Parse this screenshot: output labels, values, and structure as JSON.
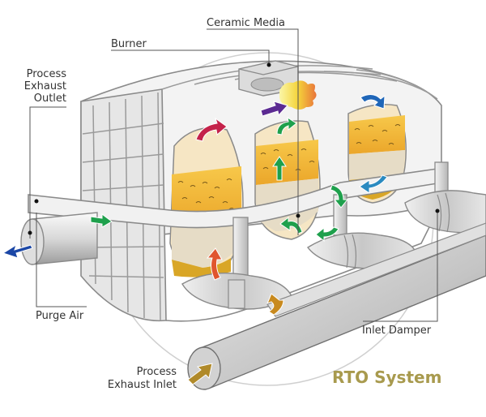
{
  "title": "RTO System",
  "colors": {
    "title": "#a89a4e",
    "leader": "#555555",
    "metal_light": "#f2f2f2",
    "metal_mid": "#d4d4d4",
    "metal_dark": "#9e9e9e",
    "chamber_fill": "#f6e6c4",
    "media_gold": "#f2b833",
    "media_sand": "#e6dcc6",
    "flame_yellow": "#f7e34a",
    "flame_orange": "#e8743a",
    "arrow_green": "#1ea04c",
    "arrow_red": "#c4224a",
    "arrow_purple": "#5b2a92",
    "arrow_blue": "#1f66b8",
    "arrow_blue_outlet": "#1b47a6",
    "arrow_orange_red": "#e0552e",
    "arrow_gold": "#c88a1f",
    "arrow_inlet": "#b08a2a"
  },
  "labels": {
    "ceramic_media": "Ceramic Media",
    "burner": "Burner",
    "process_exhaust_outlet": [
      "Process",
      "Exhaust",
      "Outlet"
    ],
    "purge_air": "Purge Air",
    "inlet_damper": "Inlet Damper",
    "process_exhaust_inlet": [
      "Process",
      "Exhaust Inlet"
    ]
  },
  "flow_arrows": [
    {
      "name": "outlet-flow-arrow",
      "color": "arrow_blue_outlet",
      "direction": "left"
    },
    {
      "name": "purge-duct-flow-arrow",
      "color": "arrow_green",
      "direction": "right"
    },
    {
      "name": "chamber1-up-arrow",
      "color": "arrow_orange_red",
      "direction": "up"
    },
    {
      "name": "chamber1-top-arrow",
      "color": "arrow_red",
      "direction": "right"
    },
    {
      "name": "burner-flow-arrow",
      "color": "arrow_purple",
      "direction": "right"
    },
    {
      "name": "chamber2-up-arrow",
      "color": "arrow_green",
      "direction": "up"
    },
    {
      "name": "chamber2-top-arrow",
      "color": "arrow_green",
      "direction": "up-right"
    },
    {
      "name": "chamber2-bottom-arrow",
      "color": "arrow_green",
      "direction": "down-left"
    },
    {
      "name": "chamber3-top-arrow",
      "color": "arrow_blue",
      "direction": "down-right"
    },
    {
      "name": "chamber3-bottom-arrow",
      "color": "arrow_blue",
      "direction": "left"
    },
    {
      "name": "duct-turn-arrow",
      "color": "arrow_green",
      "direction": "down"
    },
    {
      "name": "damper-flow-arrow",
      "color": "arrow_green",
      "direction": "left"
    },
    {
      "name": "inlet-damper-arrow",
      "color": "arrow_gold",
      "direction": "up"
    },
    {
      "name": "inlet-flow-arrow",
      "color": "arrow_inlet",
      "direction": "up-right"
    }
  ]
}
